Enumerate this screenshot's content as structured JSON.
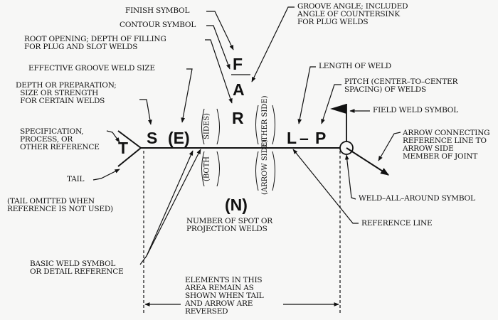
{
  "letters": {
    "f": "F",
    "a": "A",
    "r": "R",
    "t": "T",
    "s": "S",
    "e": "(E)",
    "l": "L",
    "dash": "–",
    "p": "P",
    "n": "(N)"
  },
  "labels": {
    "finish_symbol": "FINISH SYMBOL",
    "contour_symbol": "CONTOUR SYMBOL",
    "root_opening": "ROOT OPENING; DEPTH OF FILLING\nFOR PLUG AND SLOT WELDS",
    "effective_groove": "EFFECTIVE GROOVE WELD SIZE",
    "depth_preparation": "DEPTH OR PREPARATION;\n  SIZE OR STRENGTH\n  FOR CERTAIN WELDS",
    "specification": "SPECIFICATION,\nPROCESS, OR\nOTHER REFERENCE",
    "tail": "TAIL",
    "tail_omitted": "(TAIL OMITTED WHEN\nREFERENCE IS NOT USED)",
    "basic_weld": "BASIC WELD SYMBOL\nOR DETAIL REFERENCE",
    "groove_angle": "GROOVE ANGLE; INCLUDED\nANGLE OF COUNTERSINK\nFOR PLUG WELDS",
    "length_of_weld": "LENGTH OF WELD",
    "pitch": "PITCH (CENTER–TO–CENTER\nSPACING) OF WELDS",
    "field_weld": "FIELD WELD SYMBOL",
    "arrow_connecting": "ARROW CONNECTING\nREFERENCE LINE TO\nARROW SIDE\nMEMBER OF JOINT",
    "weld_all_around": "WELD–ALL–AROUND SYMBOL",
    "reference_line": "REFERENCE LINE",
    "number_spot": "NUMBER OF SPOT OR\nPROJECTION WELDS",
    "elements_area": "ELEMENTS IN THIS\nAREA REMAIN AS\nSHOWN WHEN TAIL\nAND ARROW ARE\nREVERSED"
  },
  "side_labels": {
    "sides": "SIDES)",
    "both": "(BOTH",
    "other_side": "(OTHER SIDE)",
    "arrow_side": "(ARROW SIDE)"
  }
}
